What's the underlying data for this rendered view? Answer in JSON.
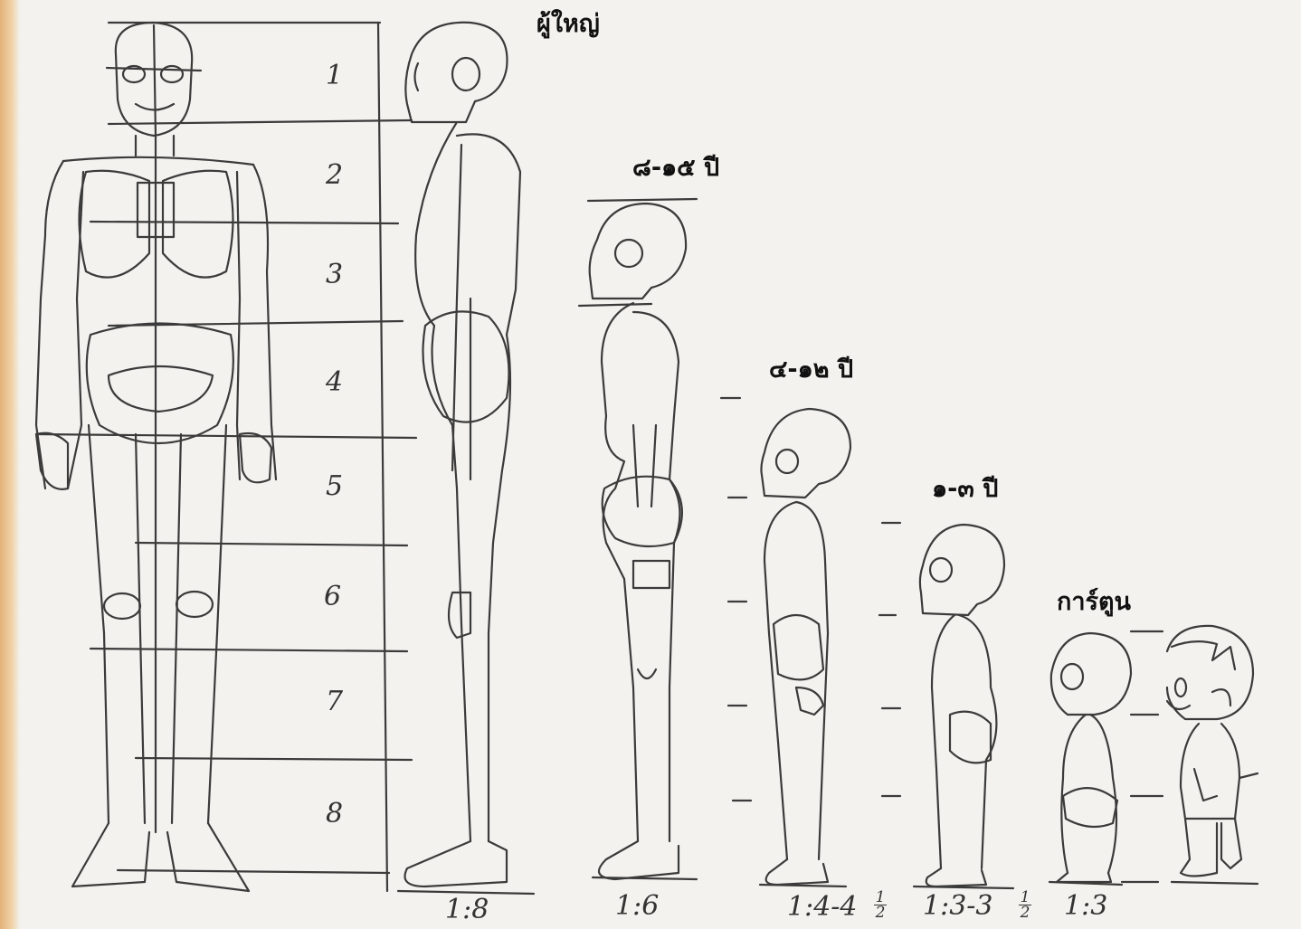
{
  "labels": {
    "adult": "ผู้ใหญ่",
    "age_8_15": "๘-๑๕ ปี",
    "age_4_12": "๔-๑๒ ปี",
    "age_1_3": "๑-๓ ปี",
    "cartoon": "การ์ตูน"
  },
  "head_units": [
    "1",
    "2",
    "3",
    "4",
    "5",
    "6",
    "7",
    "8"
  ],
  "ratios": {
    "adult": "1:8",
    "age_8_15": "1:6",
    "age_4_12": "1:4-4",
    "age_1_3": "1:3-3",
    "cartoon": "1:3"
  },
  "fractions": {
    "numerator": "1",
    "denominator": "2"
  },
  "colors": {
    "paper": "#f3f2ee",
    "pencil": "#3a3a3a",
    "left_edge": "#e3b27a"
  }
}
